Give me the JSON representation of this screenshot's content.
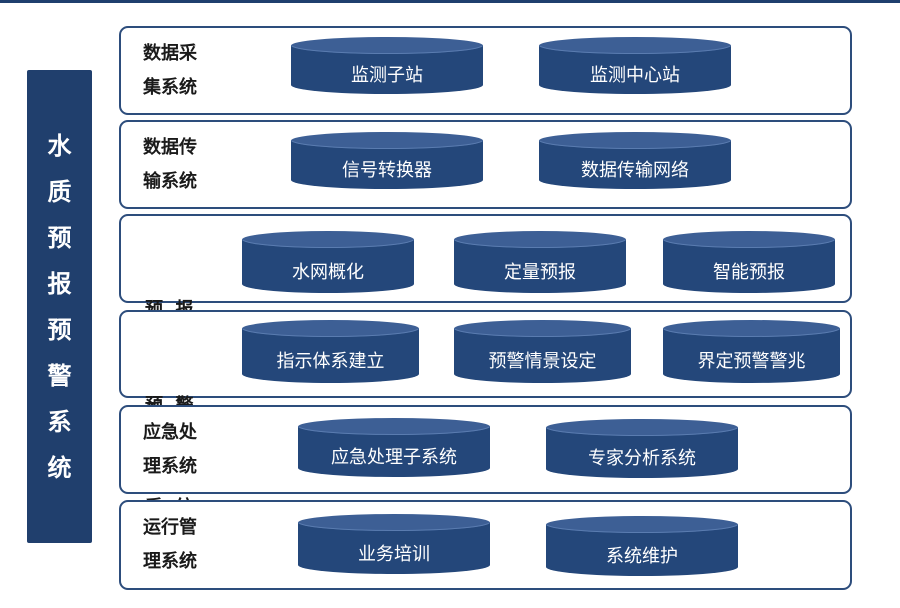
{
  "side_title": [
    "水",
    "质",
    "预",
    "报",
    "预",
    "警",
    "系",
    "统"
  ],
  "rows": [
    {
      "label_lines": [
        "数据采",
        "集系统"
      ],
      "items": [
        "监测子站",
        "监测中心站"
      ]
    },
    {
      "label_lines": [
        "数据传",
        "输系统"
      ],
      "items": [
        "信号转换器",
        "数据传输网络"
      ]
    },
    {
      "label_lines": [
        "预  报",
        "系  统"
      ],
      "items": [
        "水网概化",
        "定量预报",
        "智能预报"
      ]
    },
    {
      "label_lines": [
        "预  警",
        "系  统"
      ],
      "items": [
        "指示体系建立",
        "预警情景设定",
        "界定预警警兆"
      ]
    },
    {
      "label_lines": [
        "应急处",
        "理系统"
      ],
      "items": [
        "应急处理子系统",
        "专家分析系统"
      ]
    },
    {
      "label_lines": [
        "运行管",
        "理系统"
      ],
      "items": [
        "业务培训",
        "系统维护"
      ]
    }
  ]
}
